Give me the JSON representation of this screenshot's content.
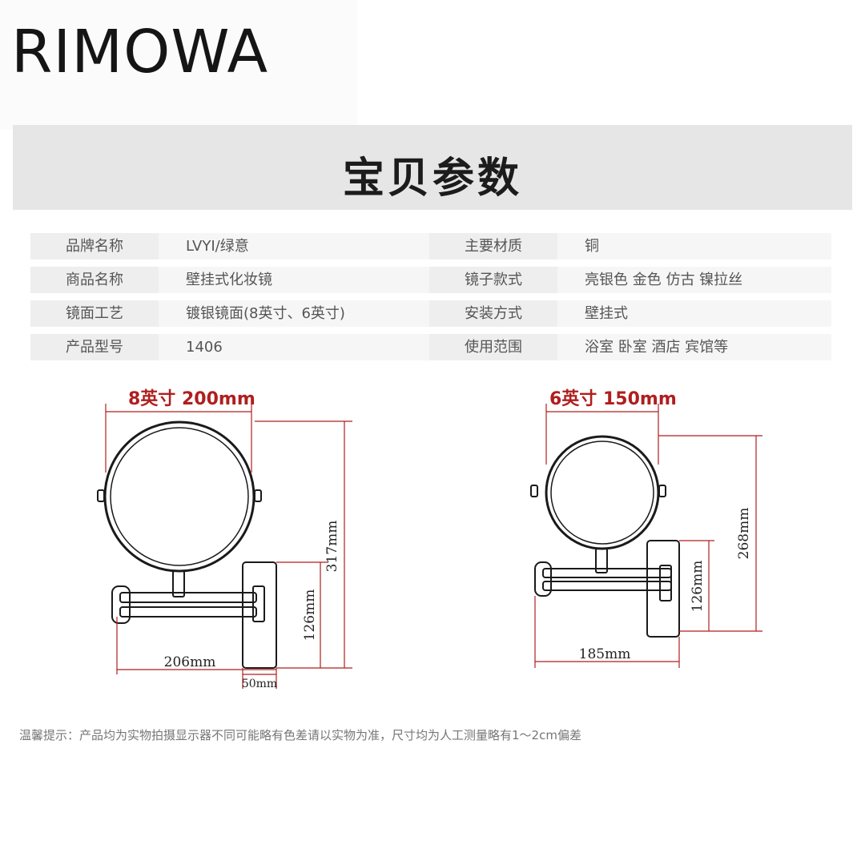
{
  "logo": "RIMOWA",
  "banner": {
    "title": "宝贝参数"
  },
  "specs": [
    {
      "label_left": "品牌名称",
      "value_left": "LVYI/绿意",
      "label_right": "主要材质",
      "value_right": "铜"
    },
    {
      "label_left": "商品名称",
      "value_left": "壁挂式化妆镜",
      "label_right": "镜子款式",
      "value_right": "亮银色 金色 仿古 镍拉丝"
    },
    {
      "label_left": "镜面工艺",
      "value_left": "镀银镜面(8英寸、6英寸)",
      "label_right": "安装方式",
      "value_right": "壁挂式"
    },
    {
      "label_left": "产品型号",
      "value_left": "1406",
      "label_right": "使用范围",
      "value_right": "浴室 卧室 酒店 宾馆等"
    }
  ],
  "diagrams": {
    "left": {
      "title": "8英寸 200mm",
      "height": "317mm",
      "base_height": "126mm",
      "extension": "206mm",
      "base_depth": "50mm"
    },
    "right": {
      "title": "6英寸 150mm",
      "height": "268mm",
      "base_height": "126mm",
      "extension": "185mm"
    }
  },
  "colors": {
    "dimension": "#b01e1e",
    "drawing": "#1a1a1a",
    "banner_bg": "#e6e6e6"
  },
  "note": "温馨提示：产品均为实物拍摄显示器不同可能略有色差请以实物为准，尺寸均为人工测量略有1～2cm偏差"
}
